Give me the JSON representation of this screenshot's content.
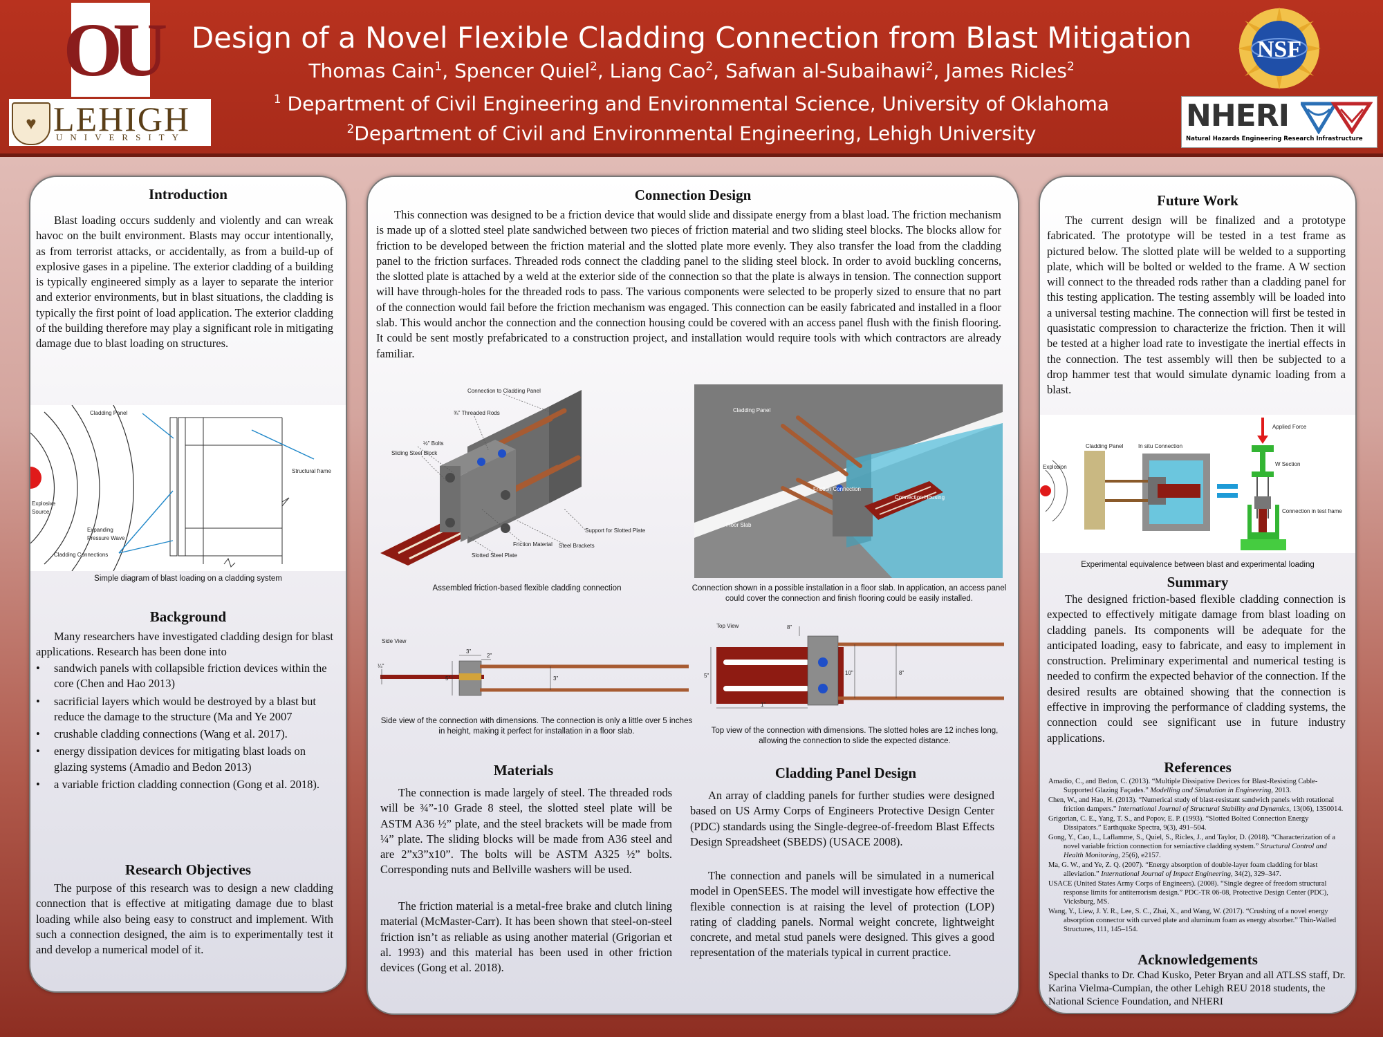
{
  "header": {
    "title": "Design of a Novel Flexible Cladding Connection from Blast Mitigation",
    "authors": [
      {
        "name": "Thomas Cain",
        "aff": "1",
        "sep": ", "
      },
      {
        "name": "Spencer Quiel",
        "aff": "2",
        "sep": ", "
      },
      {
        "name": "Liang Cao",
        "aff": "2",
        "sep": ", "
      },
      {
        "name": "Safwan al-Subaihawi",
        "aff": "2",
        "sep": ", "
      },
      {
        "name": "James Ricles",
        "aff": "2",
        "sep": ""
      }
    ],
    "affiliation1_num": "1",
    "affiliation1": " Department of Civil Engineering and Environmental Science, University of Oklahoma",
    "affiliation2_num": "2",
    "affiliation2": "Department of Civil and Environmental Engineering, Lehigh University",
    "logos": {
      "lehigh": "LEHIGH",
      "lehigh_sub": "UNIVERSITY",
      "nsf": "NSF",
      "nheri": "NHERI",
      "nheri_sub": "Natural Hazards Engineering Research Infrastructure"
    }
  },
  "intro": {
    "title": "Introduction",
    "text": "Blast loading occurs suddenly and violently and can wreak havoc on the built environment. Blasts may occur intentionally, as from terrorist attacks, or accidentally, as from a build-up of explosive gases in a pipeline. The exterior cladding of a building is typically engineered simply as a layer to separate the interior and exterior environments, but in blast situations, the cladding is typically the first point of load application. The exterior cladding of the building therefore may play a significant role in mitigating damage due to blast loading on structures.",
    "fig_labels": {
      "cladding_panel": "Cladding Panel",
      "structural_frame": "Structural frame",
      "explosive": "Explosive",
      "source": "Source",
      "expanding": "Expanding",
      "pressure_wave": "Pressure Wave",
      "cladding_connections": "Cladding Connections"
    },
    "caption": "Simple diagram of blast loading on a cladding system"
  },
  "background": {
    "title": "Background",
    "text": "Many researchers have investigated cladding design for blast applications. Research has been done into",
    "bullets": [
      "sandwich panels with collapsible friction devices within the core (Chen and Hao 2013)",
      "sacrificial layers which would be destroyed by a blast but reduce the damage to the structure (Ma and Ye 2007",
      "crushable cladding connections (Wang et al. 2017).",
      "energy dissipation devices for mitigating blast loads on glazing systems (Amadio and Bedon 2013)",
      "a variable friction cladding connection (Gong et al. 2018)."
    ]
  },
  "objectives": {
    "title": "Research Objectives",
    "text": "The purpose of this research was to design a new cladding connection that is effective at mitigating damage due to blast loading while also being easy to construct and implement. With such a connection designed, the aim is to experimentally test it and develop a numerical model of it."
  },
  "connection": {
    "title": "Connection Design",
    "text": "This connection was designed to be a friction device that would slide and dissipate energy from a blast load. The friction mechanism is made up of a slotted steel plate sandwiched between two pieces of friction material and two sliding steel blocks. The blocks allow for friction to be developed between the friction material and the slotted plate more evenly. They also transfer the load from the cladding panel to the friction surfaces. Threaded rods connect the cladding panel to the sliding steel block. In order to avoid buckling concerns, the slotted plate is attached by a weld at the exterior side of the connection so that the plate is always in tension. The connection support will have through-holes for the threaded rods to pass. The various components were selected to be properly sized to ensure that no part of the connection would fail before the friction mechanism was engaged. This connection can be easily fabricated and installed in a floor slab. This would anchor the connection and the connection housing could be covered with an access panel flush with the finish flooring. It could be sent mostly prefabricated to a construction project, and installation would require tools with which contractors are already familiar.",
    "fig1_labels": {
      "conn_to_panel": "Connection to Cladding Panel",
      "threaded_rods": "¾\" Threaded Rods",
      "bolts": "½\" Bolts",
      "sliding_block": "Sliding Steel Block",
      "support": "Support for Slotted Plate",
      "friction": "Friction Material",
      "brackets": "Steel Brackets",
      "slotted": "Slotted Steel Plate"
    },
    "fig1_caption": "Assembled friction-based flexible cladding connection",
    "fig2_labels": {
      "cladding_panel": "Cladding Panel",
      "friction_connection": "Friction Connection",
      "connection_housing": "Connection Housing",
      "floor_slab": "Floor Slab"
    },
    "fig2_caption": "Connection shown in a possible installation in a floor slab. In application, an access panel could cover the connection and finish flooring could be easily installed.",
    "fig3_labels": {
      "title": "Side View",
      "d1": "3\"",
      "d2": "2\"",
      "d3": "5\"",
      "d4": "3\"",
      "d5": "¼\""
    },
    "fig3_caption": "Side view of the connection with dimensions. The connection is only a little over 5 inches in height, making it perfect for installation in a floor slab.",
    "fig4_labels": {
      "title": "Top View",
      "d1": "8\"",
      "d2": "10\"",
      "d3": "8\"",
      "d4": "5\"",
      "d5": "1\""
    },
    "fig4_caption": "Top view of the connection with dimensions. The slotted holes are 12 inches long, allowing the connection to slide the expected distance."
  },
  "materials": {
    "title": "Materials",
    "text1": "The connection is made largely of steel. The threaded rods will be ¾”-10 Grade 8 steel, the slotted steel plate will be ASTM A36 ½” plate, and the steel brackets will be made from ¼” plate. The sliding blocks will be made from A36 steel and are 2”x3”x10”. The bolts will be ASTM A325 ½” bolts. Corresponding nuts and Bellville washers will be used.",
    "text2": "The friction material is a metal-free brake and clutch lining material (McMaster-Carr). It has been shown that steel-on-steel friction isn’t as reliable as using another material (Grigorian et al. 1993) and this material has been used in other friction devices (Gong et al. 2018)."
  },
  "cladding": {
    "title": "Cladding Panel Design",
    "text1": "An array of cladding panels for further studies were designed based on US Army Corps of Engineers Protective Design Center (PDC) standards using the Single-degree-of-freedom Blast Effects Design Spreadsheet (SBEDS) (USACE 2008).",
    "text2": "The connection and panels will be simulated in a numerical model in OpenSEES. The model will investigate how effective the flexible connection is at raising the level of protection (LOP) rating of cladding panels. Normal weight concrete, lightweight concrete, and metal stud panels were designed. This gives a good representation of the materials typical in current practice."
  },
  "future": {
    "title": "Future Work",
    "text": "The current design will be finalized and a prototype fabricated. The prototype will be tested in a test frame as pictured below. The slotted plate will be welded to a supporting plate, which will be bolted or welded to the frame. A W section will connect to the threaded rods rather than a cladding panel for this testing application. The testing assembly will be loaded into a universal testing machine. The connection will first be tested in quasistatic compression to characterize the friction. Then it will be tested at a higher load rate to investigate the inertial effects in the connection. The test assembly will then be subjected to a drop hammer test that would simulate dynamic loading from a blast.",
    "fig_labels": {
      "explosion": "Explosion",
      "cladding_panel": "Cladding Panel",
      "in_situ": "In situ Connection",
      "applied_force": "Applied Force",
      "w_section": "W Section",
      "test_frame": "Connection in test frame"
    },
    "caption": "Experimental equivalence between blast and experimental loading"
  },
  "summary": {
    "title": "Summary",
    "text": "The designed friction-based flexible cladding connection is expected to effectively mitigate damage from blast loading on cladding panels. Its components will be adequate for the anticipated loading, easy to fabricate, and easy to implement in construction. Preliminary experimental and numerical testing is needed to confirm the expected behavior of the connection. If the desired results are obtained showing that the connection is effective in improving the performance of cladding systems, the connection could see significant use in future industry applications."
  },
  "references": {
    "title": "References",
    "items": [
      {
        "a": "Amadio, C., and Bedon, C. (2013). “Multiple Dissipative Devices for Blast-Resisting Cable-Supported Glazing Façades.” ",
        "j": "Modelling and  Simulation in Engineering",
        "b": ", 2013."
      },
      {
        "a": "Chen, W., and Hao, H. (2013). “Numerical study of blast-resistant sandwich panels with rotational friction dampers.” ",
        "j": "International Journal of Structural Stability and Dynamics",
        "b": ", 13(06), 1350014."
      },
      {
        "a": "Grigorian, C. E., Yang, T. S., and Popov, E. P. (1993). “Slotted Bolted Connection Energy Dissipators.” Earthquake Spectra, 9(3), 491–504.",
        "j": "",
        "b": ""
      },
      {
        "a": "Gong, Y., Cao, L., Laflamme, S., Quiel, S., Ricles, J., and Taylor, D. (2018). “Characterization of a novel variable friction connection for semiactive cladding system.” ",
        "j": "Structural Control and Health Monitoring",
        "b": ", 25(6), e2157."
      },
      {
        "a": "Ma, G. W., and Ye, Z. Q. (2007). “Energy absorption of double-layer foam cladding for blast alleviation.” ",
        "j": "International Journal of Impact Engineering",
        "b": ", 34(2), 329–347."
      },
      {
        "a": "USACE (United States Army Corps of Engineers). (2008). “Single degree of freedom structural response limits for antiterrorism design.” PDC-TR 06-08, Protective Design Center (PDC), Vicksburg, MS.",
        "j": "",
        "b": ""
      },
      {
        "a": "Wang, Y., Liew, J. Y. R., Lee, S. C., Zhai, X., and Wang, W. (2017). “Crushing of a novel energy absorption connector with curved plate and aluminum foam as energy absorber.” Thin-Walled Structures, 111, 145–154.",
        "j": "",
        "b": ""
      }
    ]
  },
  "ack": {
    "title": "Acknowledgements",
    "text": "Special thanks to Dr. Chad Kusko, Peter Bryan and all ATLSS staff, Dr. Karina Vielma-Cumpian, the other Lehigh REU 2018 students, the National Science Foundation, and NHERI"
  },
  "colors": {
    "header": "#b8321f",
    "rod": "#b0653a",
    "plate": "#8e1b12",
    "block": "#6f6f6f",
    "housing": "#63c4dd",
    "frame": "#3cc43a"
  }
}
